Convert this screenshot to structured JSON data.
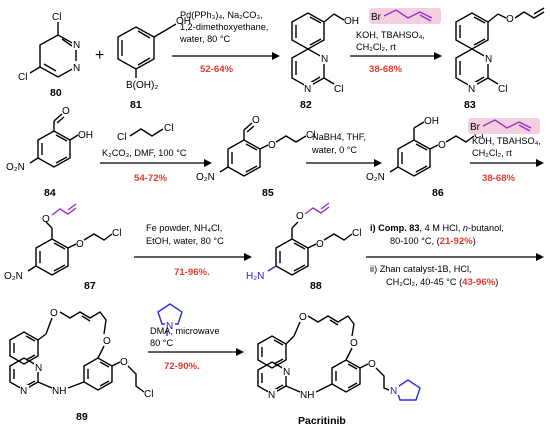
{
  "compounds": {
    "c80": "80",
    "c81": "81",
    "c82": "82",
    "c83": "83",
    "c84": "84",
    "c85": "85",
    "c86": "86",
    "c87": "87",
    "c88": "88",
    "c89": "89",
    "final": "Pacritinib"
  },
  "atoms": {
    "cl": "Cl",
    "n": "N",
    "oh": "OH",
    "o": "O",
    "o2n": "O₂N",
    "b_oh2": "B(OH)₂",
    "br": "Br",
    "h2n": "H₂N",
    "nh": "NH",
    "plus": "+"
  },
  "steps": {
    "s1": {
      "line1": "Pd(PPh₃)₄, Na₂CO₃,",
      "line2": "1,2-dimethoxyethane,",
      "line3": "water, 80 °C",
      "yield": "52-64%"
    },
    "s2": {
      "line1": "KOH, TBAHSO₄,",
      "line2": "CH₂Cl₂, rt",
      "yield": "38-68%"
    },
    "s3": {
      "line1": "K₂CO₃, DMF, 100 °C",
      "yield": "54-72%"
    },
    "s4": {
      "line1": "NaBH4, THF,",
      "line2": "water, 0 °C"
    },
    "s5": {
      "line1": "KOH, TBAHSO₄,",
      "line2": "CH₂Cl₂, rt",
      "yield": "38-68%"
    },
    "s6": {
      "line1": "Fe powder, NH₄Cl,",
      "line2": "EtOH, water, 80  °C",
      "yield": "71-96%."
    },
    "s7": {
      "i_label": "i) ",
      "i_comp": "Comp. 83",
      "i_rest": ", 4 M HCl, ",
      "i_n": "n",
      "i_tail": "-butanol,",
      "i_line2": "80-100 °C, (",
      "i_yield": "21-92%",
      "i_close": ")",
      "ii_line1": "ii) Zhan catalyst-1B, HCl,",
      "ii_line2": "CH₂Cl₂, 40-45 °C (",
      "ii_yield": "43-96%",
      "ii_close": ")"
    },
    "s8": {
      "line1": "DMA, microwave",
      "line2": "80  °C",
      "yield": "72-90%."
    }
  }
}
